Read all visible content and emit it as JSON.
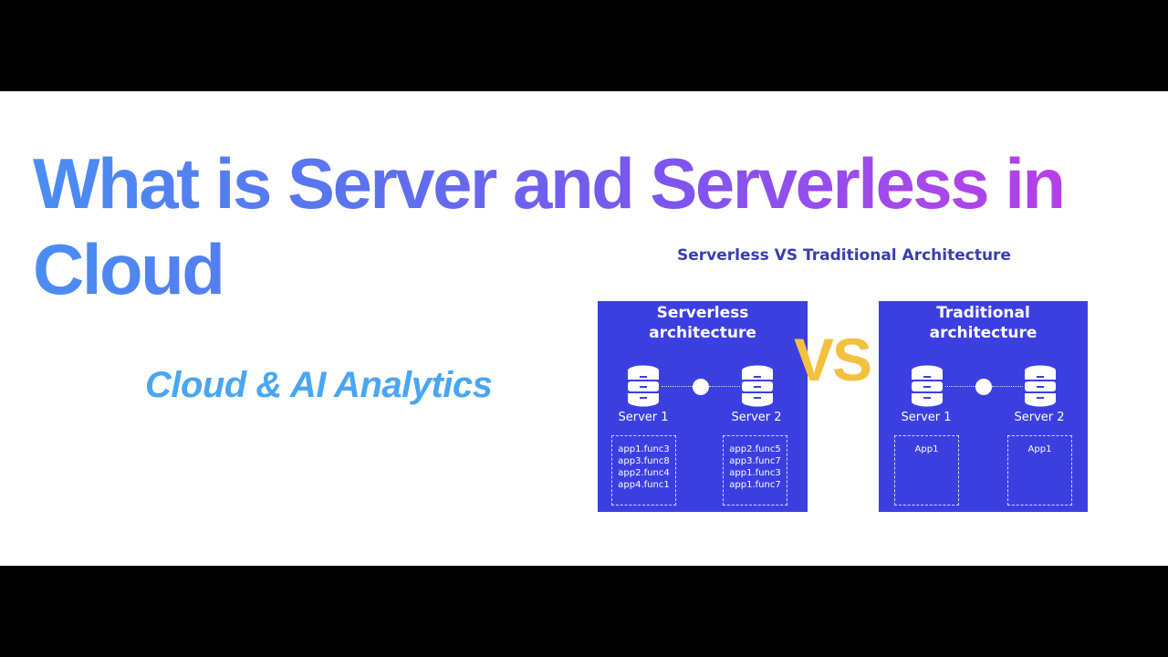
{
  "title": {
    "line1": "What is Server and Serverless in",
    "line2": "Cloud",
    "gradient": [
      "#4a8ef2",
      "#7a56ee",
      "#c03ae6"
    ]
  },
  "subtitle": "Cloud & AI Analytics",
  "diagram": {
    "heading": "Serverless VS Traditional Architecture",
    "vs_label": "VS",
    "box_color": "#3c3fe0",
    "vs_color": "#f2c140",
    "serverless": {
      "title_line1": "Serverless",
      "title_line2": "architecture",
      "servers": [
        {
          "label": "Server 1",
          "apps": [
            "app1.func3",
            "app3.func8",
            "app2.func4",
            "app4.func1"
          ]
        },
        {
          "label": "Server 2",
          "apps": [
            "app2.func5",
            "app3.func7",
            "app1.func3",
            "app1.func7"
          ]
        }
      ]
    },
    "traditional": {
      "title_line1": "Traditional",
      "title_line2": "architecture",
      "servers": [
        {
          "label": "Server 1",
          "apps": [
            "App1"
          ]
        },
        {
          "label": "Server 2",
          "apps": [
            "App1"
          ]
        }
      ]
    }
  }
}
